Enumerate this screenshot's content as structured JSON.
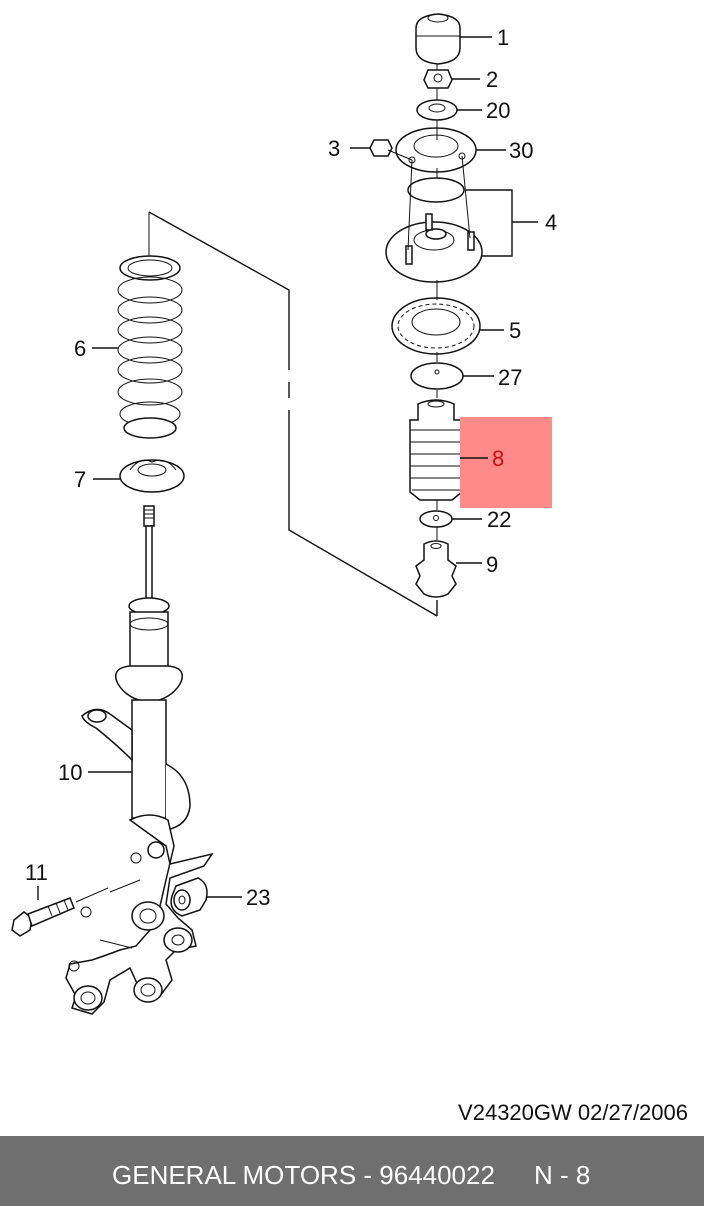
{
  "diagram": {
    "callouts": [
      {
        "id": "p1",
        "label": "1"
      },
      {
        "id": "p2",
        "label": "2"
      },
      {
        "id": "p20",
        "label": "20"
      },
      {
        "id": "p3",
        "label": "3"
      },
      {
        "id": "p30",
        "label": "30"
      },
      {
        "id": "p4",
        "label": "4"
      },
      {
        "id": "p5",
        "label": "5"
      },
      {
        "id": "p27",
        "label": "27"
      },
      {
        "id": "p8",
        "label": "8"
      },
      {
        "id": "p22",
        "label": "22"
      },
      {
        "id": "p9",
        "label": "9"
      },
      {
        "id": "p6",
        "label": "6"
      },
      {
        "id": "p7",
        "label": "7"
      },
      {
        "id": "p10",
        "label": "10"
      },
      {
        "id": "p11",
        "label": "11"
      },
      {
        "id": "p23",
        "label": "23"
      }
    ],
    "highlighted_part": "8",
    "highlight_color": "#ff8a8a",
    "highlight_label_color": "#c0141c"
  },
  "drawing_code": "V24320GW  02/27/2006",
  "footer": {
    "text": "GENERAL MOTORS - 96440022",
    "page": "N - 8",
    "background": "#6f6f6f",
    "text_color": "#ffffff"
  }
}
